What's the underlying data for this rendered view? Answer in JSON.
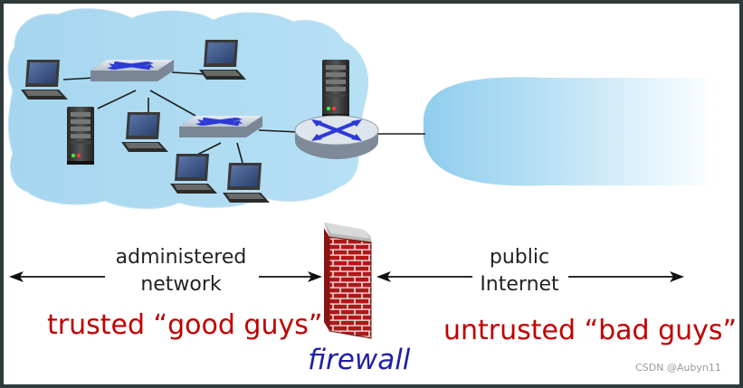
{
  "labels": {
    "administered_network": [
      "administered",
      "network"
    ],
    "public_internet": [
      "public",
      "Internet"
    ],
    "trusted": "trusted “good guys”",
    "untrusted": "untrusted “bad guys”",
    "firewall": "firewall"
  },
  "watermark": "CSDN @Aubyn11",
  "colors": {
    "network_cloud": "#a8d8f0",
    "label_red": "#c00000",
    "firewall_blue": "#1f1fa8",
    "brick": "#b01818",
    "frame": "#2f3a3a"
  },
  "icons": [
    "laptop-icon",
    "server-icon",
    "switch-icon",
    "router-icon",
    "brick-wall-icon",
    "internet-cloud-icon"
  ]
}
